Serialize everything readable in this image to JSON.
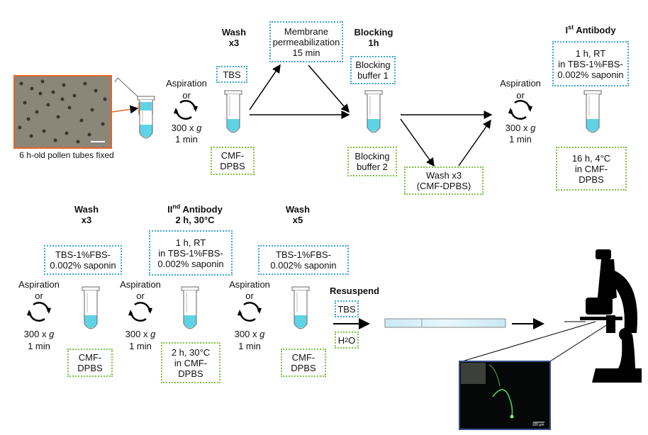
{
  "header": {
    "wash1": [
      "Wash",
      "x3"
    ],
    "membrane": [
      "Membrane",
      "permeabilization",
      "15 min"
    ],
    "blocking": [
      "Blocking",
      "1h"
    ],
    "first_ab_main": "I",
    "first_ab_sup": "st",
    "first_ab_rest": " Antibody"
  },
  "pollen_caption": "6 h-old pollen tubes fixed",
  "aspiration": {
    "label": "Aspiration",
    "or": "or",
    "speed_prefix": "300 x ",
    "speed_g": "g",
    "time": "1 min"
  },
  "row1": {
    "tbs": "TBS",
    "cmf1": [
      "CMF-",
      "DPBS"
    ],
    "block1": [
      "Blocking",
      "buffer 1"
    ],
    "block2": [
      "Blocking",
      "buffer 2"
    ],
    "wash_cmf": [
      "Wash x3",
      "(CMF-DPBS)"
    ],
    "ab1_blue": [
      "1 h, RT",
      "in TBS-1%FBS-",
      "0.002% saponin"
    ],
    "ab1_green": [
      "16 h, 4°C",
      "in CMF-",
      "DPBS"
    ]
  },
  "row2": {
    "wash3": [
      "Wash",
      "x3"
    ],
    "ab2_main": "II",
    "ab2_sup": "nd",
    "ab2_rest": " Antibody",
    "ab2_time": "2 h, 30°C",
    "wash5": [
      "Wash",
      "x5"
    ],
    "resuspend": "Resuspend",
    "tbsfbs1": [
      "TBS-1%FBS-",
      "0.002% saponin"
    ],
    "ab2_blue": [
      "1 h, RT",
      "in TBS-1%FBS-",
      "0.002% saponin"
    ],
    "tbsfbs2": [
      "TBS-1%FBS-",
      "0.002% saponin"
    ],
    "cmf_a": [
      "CMF-",
      "DPBS"
    ],
    "ab2_green": [
      "2 h, 30°C",
      "in CMF-",
      "DPBS"
    ],
    "cmf_b": [
      "CMF-",
      "DPBS"
    ],
    "tbs": "TBS",
    "h2o_main": "H",
    "h2o_sub": "2",
    "h2o_end": "O"
  },
  "scale_bar": "100 µm",
  "colors": {
    "blue_box": "#3aa5d6",
    "green_box": "#7cc242",
    "liquid": "#5fd3e6",
    "pollen_frame": "#e5642a",
    "micro_frame": "#3b4f8a"
  }
}
